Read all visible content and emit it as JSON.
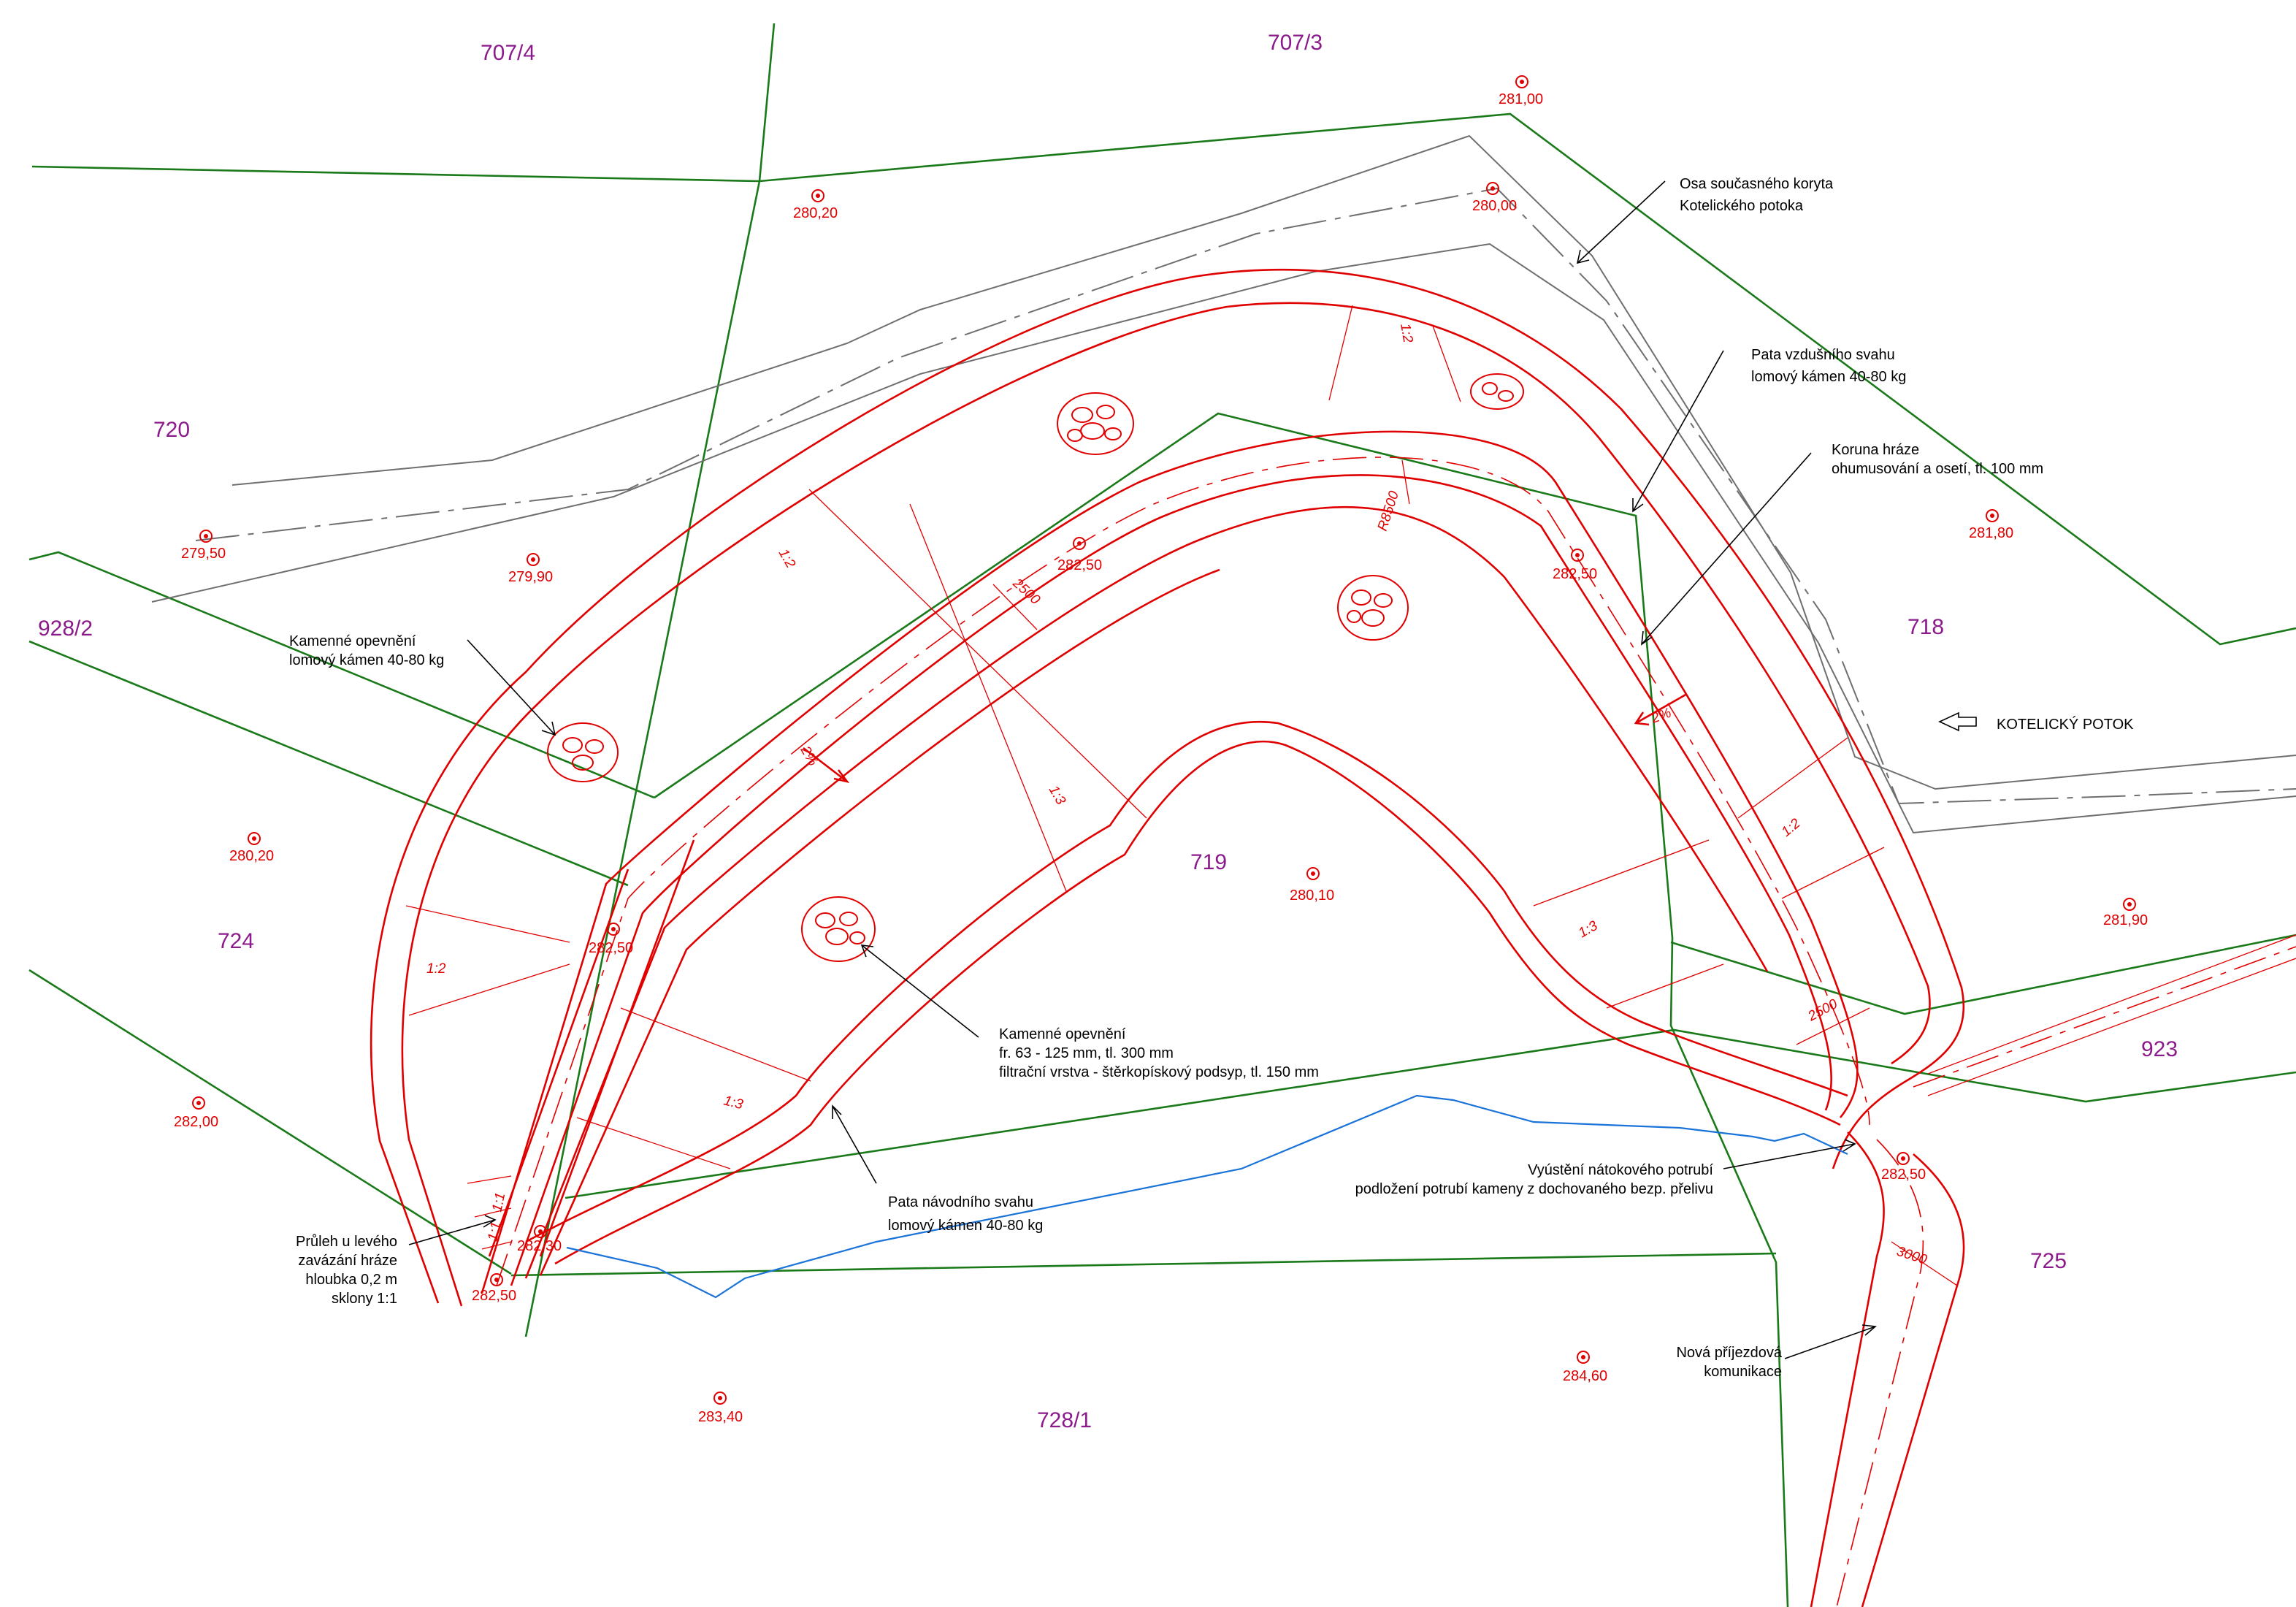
{
  "parcels": {
    "p707_4": "707/4",
    "p707_3": "707/3",
    "p720": "720",
    "p928_2": "928/2",
    "p724": "724",
    "p719": "719",
    "p718": "718",
    "p923": "923",
    "p725": "725",
    "p728_1": "728/1"
  },
  "spot_heights": {
    "h1": "281,00",
    "h2": "280,20",
    "h3": "280,00",
    "h4": "279,50",
    "h5": "279,90",
    "h6": "282,50",
    "h7": "282,50",
    "h8": "281,80",
    "h9": "280,20",
    "h10": "280,10",
    "h11": "282,50",
    "h12": "281,90",
    "h13": "282,00",
    "h14": "282,50",
    "h15": "282,30",
    "h16": "282,50",
    "h17": "283,40",
    "h18": "284,60"
  },
  "slopes": {
    "s1": "1:2",
    "s2": "1:2",
    "s3": "1:3",
    "s4": "1:2",
    "s5": "1:3",
    "s6": "1:2",
    "s7": "1:3",
    "s8": "1:1",
    "s9": "1:1"
  },
  "dimensions": {
    "w1": "2500",
    "w2": "2500",
    "w3": "3000",
    "radius": "R8500",
    "grade1": "2%",
    "grade2": "2%"
  },
  "annotations": {
    "osa_line1": "Osa současného koryta",
    "osa_line2": "Kotelického potoka",
    "pata_vzd_line1": "Pata vzdušního svahu",
    "pata_vzd_line2": "lomový kámen 40-80 kg",
    "koruna_line1": "Koruna hráze",
    "koruna_line2": "ohumusování a osetí, tl. 100 mm",
    "kam_left_line1": "Kamenné opevnění",
    "kam_left_line2": "lomový kámen 40-80 kg",
    "kam_center_line1": "Kamenné opevnění",
    "kam_center_line2": "fr. 63 - 125 mm, tl. 300 mm",
    "kam_center_line3": "filtrační vrstva - štěrkopískový podsyp, tl. 150 mm",
    "pata_nav_line1": "Pata návodního svahu",
    "pata_nav_line2": "lomový kámen 40-80 kg",
    "prulez_line1": "Průleh u levého",
    "prulez_line2": "zavázání hráze",
    "prulez_line3": "hloubka 0,2 m",
    "prulez_line4": "sklony 1:1",
    "vyust_line1": "Vyústění nátokového potrubí",
    "vyust_line2": "podložení potrubí kameny z dochovaného bezp. přelivu",
    "nova_line1": "Nová příjezdová",
    "nova_line2": "komunikace",
    "stream_label": "KOTELICKÝ POTOK"
  },
  "colors": {
    "dam_lines": "#e00000",
    "parcel_boundaries": "#1a7a1a",
    "parcel_numbers": "#8b1a8b",
    "existing_stream": "#6f6f6f",
    "water_line": "#1a73d9",
    "annotations": "#000000"
  }
}
